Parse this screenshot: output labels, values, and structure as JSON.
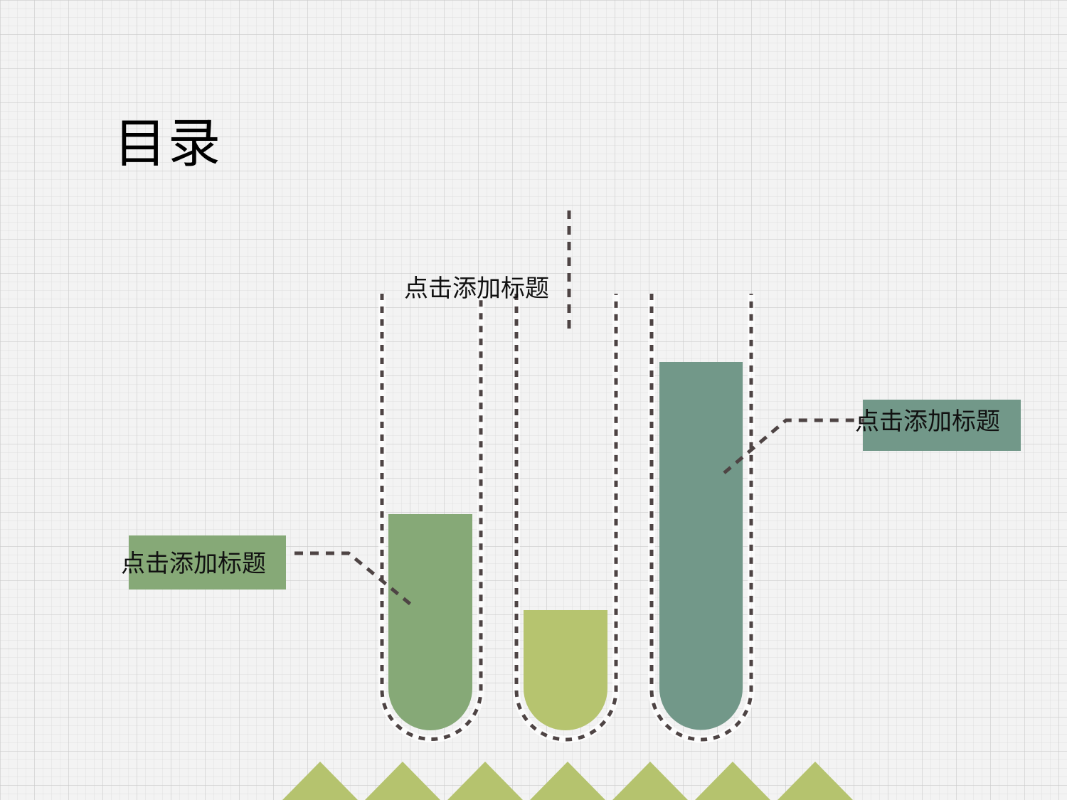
{
  "title": "目录",
  "colors": {
    "tube1": "#86a977",
    "tube2": "#b6c46f",
    "tube3": "#729889",
    "outline": "#4e4444",
    "triangles": "#b5c36e"
  },
  "items": [
    {
      "label": "点击添加标题",
      "position": "left",
      "fill_color": "#86a977"
    },
    {
      "label": "点击添加标题",
      "position": "top",
      "fill_color": "#b6c46f"
    },
    {
      "label": "点击添加标题",
      "position": "right",
      "fill_color": "#729889"
    }
  ],
  "decor": {
    "triangle_count": 7
  }
}
